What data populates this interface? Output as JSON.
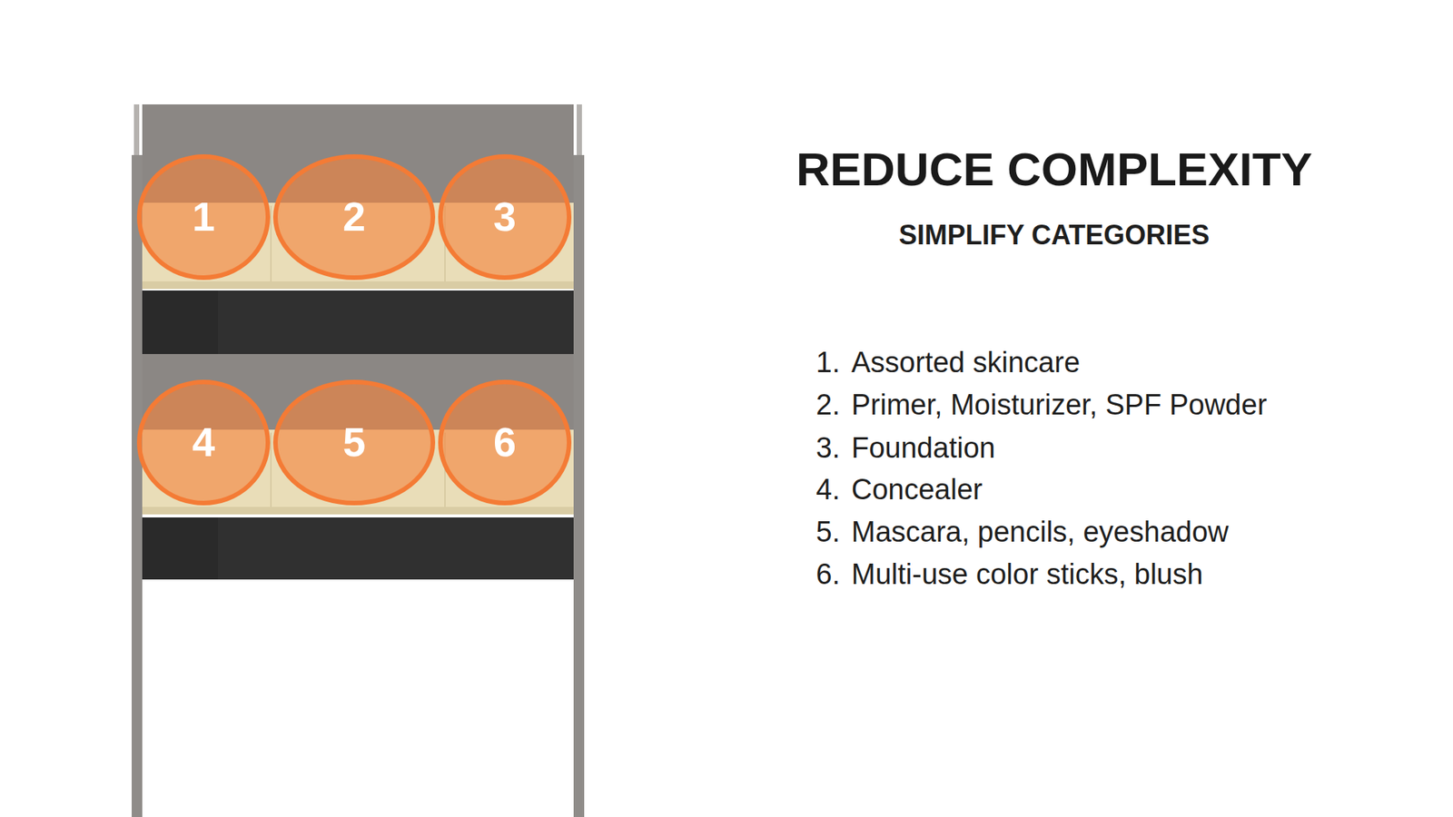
{
  "diagram": {
    "title": "REDUCE COMPLEXITY",
    "nodes": [
      {
        "text": [
          "1"
        ]
      },
      {
        "text": [
          "2"
        ]
      },
      {
        "text": [
          "3"
        ]
      },
      {
        "text": [
          "4"
        ]
      },
      {
        "text": [
          "5"
        ]
      },
      {
        "text": [
          "6"
        ]
      }
    ],
    "labels": [
      "SIMPLIFY CATEGORIES",
      "1.",
      "Assorted skincare",
      "2.",
      "Primer, Moisturizer, SPF Powder",
      "3.",
      "Foundation",
      "4.",
      "Concealer",
      "5.",
      "Mascara, pencils, eyeshadow",
      "6.",
      "Multi-use color sticks, blush"
    ]
  }
}
